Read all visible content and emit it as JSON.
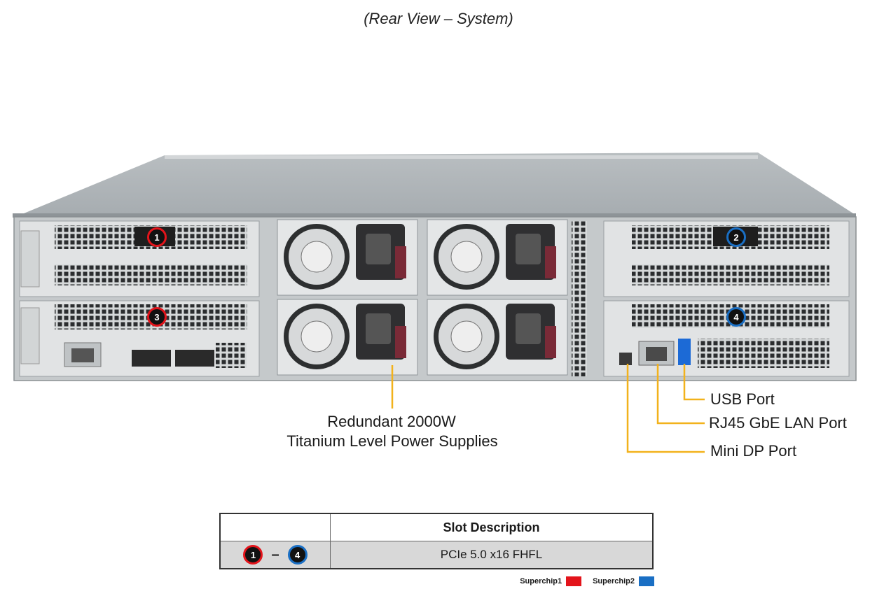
{
  "title": "(Rear View – System)",
  "colors": {
    "superchip1": "#e3141b",
    "superchip2": "#1a6fc4",
    "callout_line": "#f2b21c"
  },
  "callouts": {
    "psu_line1": "Redundant 2000W",
    "psu_line2": "Titanium Level Power Supplies",
    "usb": "USB Port",
    "rj45": "RJ45 GbE LAN Port",
    "minidp": "Mini DP Port"
  },
  "slots": [
    {
      "num": "1",
      "superchip": "Superchip1"
    },
    {
      "num": "2",
      "superchip": "Superchip2"
    },
    {
      "num": "3",
      "superchip": "Superchip1"
    },
    {
      "num": "4",
      "superchip": "Superchip2"
    }
  ],
  "table": {
    "header_left": "",
    "header_right": "Slot Description",
    "range_start": "1",
    "range_dash": "–",
    "range_end": "4",
    "description": "PCIe 5.0 x16 FHFL"
  },
  "legend": {
    "superchip1": "Superchip1",
    "superchip2": "Superchip2"
  }
}
